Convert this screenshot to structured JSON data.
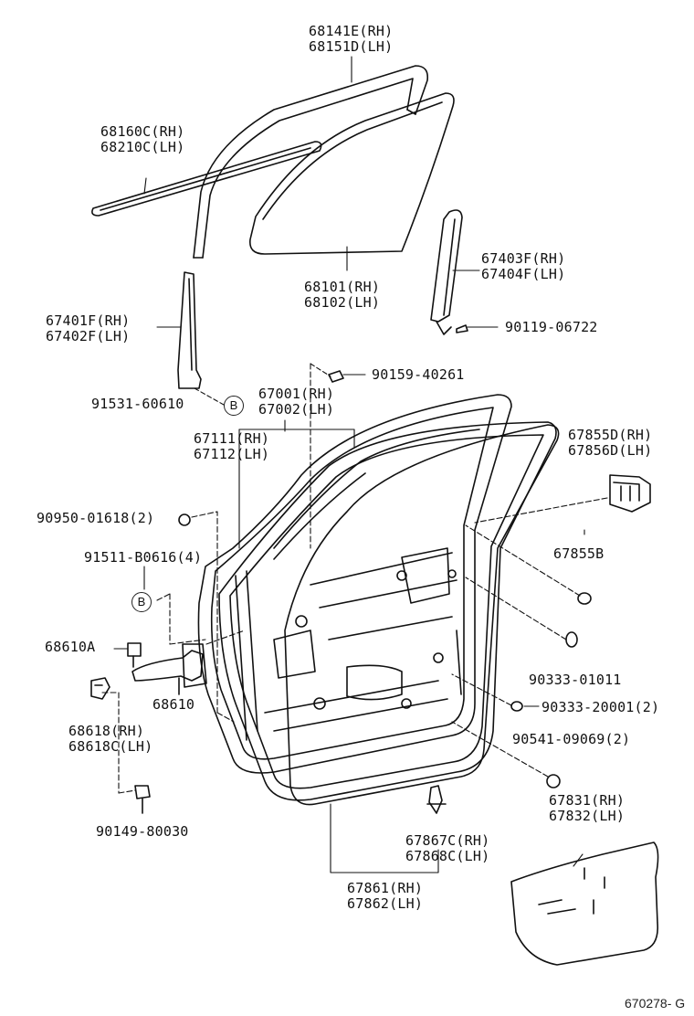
{
  "diagram": {
    "figure_number": "670278- G",
    "marker": "B",
    "parts": [
      {
        "id": "top-frame-run",
        "lines": [
          "68141E(RH)",
          "68151D(LH)"
        ]
      },
      {
        "id": "belt-molding",
        "lines": [
          "68160C(RH)",
          "68210C(LH)"
        ]
      },
      {
        "id": "glass",
        "lines": [
          "68101(RH)",
          "68102(LH)"
        ]
      },
      {
        "id": "rear-channel",
        "lines": [
          "67403F(RH)",
          "67404F(LH)"
        ]
      },
      {
        "id": "rear-channel-bolt",
        "lines": [
          "90119-06722"
        ]
      },
      {
        "id": "front-channel",
        "lines": [
          "67401F(RH)",
          "67402F(LH)"
        ]
      },
      {
        "id": "screw-top",
        "lines": [
          "90159-40261"
        ]
      },
      {
        "id": "door-panel",
        "lines": [
          "67001(RH)",
          "67002(LH)"
        ]
      },
      {
        "id": "front-clip",
        "lines": [
          "91531-60610"
        ]
      },
      {
        "id": "outer-weatherstrip",
        "lines": [
          "67111(RH)",
          "67112(LH)"
        ]
      },
      {
        "id": "pad-bracket",
        "lines": [
          "67855D(RH)",
          "67856D(LH)"
        ]
      },
      {
        "id": "plug-left",
        "lines": [
          "90950-01618(2)"
        ]
      },
      {
        "id": "hole-plug",
        "lines": [
          "67855B"
        ]
      },
      {
        "id": "bolt-b",
        "lines": [
          "91511-B0616(4)"
        ]
      },
      {
        "id": "check-bolt",
        "lines": [
          "68610A"
        ]
      },
      {
        "id": "plug-mid",
        "lines": [
          "90333-01011"
        ]
      },
      {
        "id": "check",
        "lines": [
          "68610"
        ]
      },
      {
        "id": "plug-low",
        "lines": [
          "90333-20001(2)"
        ]
      },
      {
        "id": "hinge",
        "lines": [
          "68618(RH)",
          "68618C(LH)"
        ]
      },
      {
        "id": "plug-bottom",
        "lines": [
          "90541-09069(2)"
        ]
      },
      {
        "id": "service-cover",
        "lines": [
          "67831(RH)",
          "67832(LH)"
        ]
      },
      {
        "id": "hinge-bolt",
        "lines": [
          "90149-80030"
        ]
      },
      {
        "id": "trim-clip",
        "lines": [
          "67867C(RH)",
          "67868C(LH)"
        ]
      },
      {
        "id": "inner-weatherstrip",
        "lines": [
          "67861(RH)",
          "67862(LH)"
        ]
      }
    ]
  }
}
